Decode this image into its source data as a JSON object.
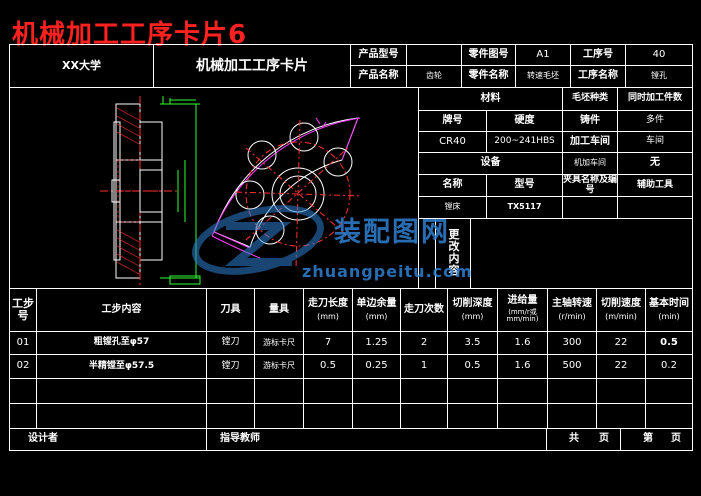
{
  "page_title": "机械加工工序卡片6",
  "header": {
    "school": "XX大学",
    "card_title": "机械加工工序卡片",
    "product_model_label": "产品型号",
    "product_model_value": "",
    "part_no_label": "零件图号",
    "part_no_value": "A1",
    "process_no_label": "工序号",
    "process_no_value": "40",
    "product_name_label": "产品名称",
    "product_name_value": "齿轮",
    "part_name_label": "零件名称",
    "part_name_value": "转速毛坯",
    "process_name_label": "工序名称",
    "process_name_value": "镗孔"
  },
  "info": {
    "material_label": "材料",
    "blank_type_label": "毛坯种类",
    "same_time_label": "同时加工件数",
    "grade_label": "牌号",
    "hardness_label": "硬度",
    "casting_label": "铸件",
    "multi_label": "多件",
    "grade_value": "CR40",
    "hardness_value": "200~241HBS",
    "workshop_label": "加工车间",
    "workshop_value": "车间",
    "equipment_label": "设备",
    "machine_workshop_label": "机加车间",
    "none_label": "无",
    "name_label": "名称",
    "model_label": "型号",
    "fixture_label": "夹具名称及编号",
    "aux_tool_label": "辅助工具",
    "equip_name_value": "镗床",
    "equip_model_value": "TX5117",
    "change_label": "更改内容"
  },
  "steps_header": {
    "step_no": "工步号",
    "content": "工步内容",
    "tool": "刀具",
    "gauge": "量具",
    "travel_length": "走刀长度",
    "travel_length_unit": "(mm)",
    "allowance": "单边余量",
    "allowance_unit": "(mm)",
    "passes": "走刀次数",
    "depth": "切削深度",
    "depth_unit": "(mm)",
    "feed": "进给量",
    "feed_unit": "(mm/r或mm/min)",
    "spindle": "主轴转速",
    "spindle_unit": "(r/min)",
    "speed": "切削速度",
    "speed_unit": "(m/min)",
    "time": "基本时间",
    "time_unit": "(min)"
  },
  "steps": [
    {
      "no": "01",
      "content": "粗镗孔至φ57",
      "tool": "镗刀",
      "gauge": "游标卡尺",
      "length": "7",
      "allowance": "1.25",
      "passes": "2",
      "depth": "3.5",
      "feed": "1.6",
      "spindle": "300",
      "speed": "22",
      "time": "0.5"
    },
    {
      "no": "02",
      "content": "半精镗至φ57.5",
      "tool": "镗刀",
      "gauge": "游标卡尺",
      "length": "0.5",
      "allowance": "0.25",
      "passes": "1",
      "depth": "0.5",
      "feed": "1.6",
      "spindle": "500",
      "speed": "22",
      "time": "0.2"
    }
  ],
  "footer": {
    "designer_label": "设计者",
    "advisor_label": "指导教师",
    "total_label": "共",
    "page_label": "页",
    "no_label": "第",
    "page2_label": "页"
  },
  "watermark": {
    "brand": "装配图网",
    "url": "zhuangpeitu.com"
  },
  "colors": {
    "title": "#ff2020",
    "lines": "#ffffff",
    "drawing_red": "#ff3030",
    "drawing_magenta": "#ff40ff",
    "drawing_green": "#30ff30",
    "watermark": "#2f7fd0"
  }
}
